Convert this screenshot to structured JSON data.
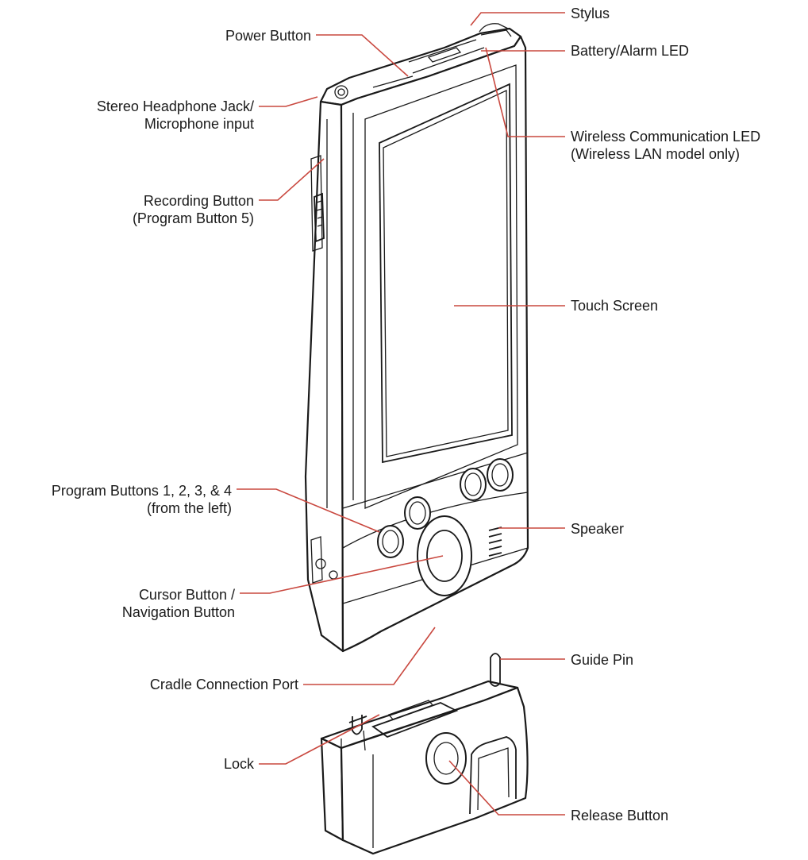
{
  "labels": {
    "stylus": "Stylus",
    "power_button": "Power Button",
    "battery_alarm_led": "Battery/Alarm LED",
    "headphone_jack": "Stereo Headphone Jack/\nMicrophone input",
    "wireless_led": "Wireless Communication LED\n(Wireless LAN model only)",
    "recording_button": "Recording Button\n(Program Button 5)",
    "touch_screen": "Touch Screen",
    "program_buttons": "Program Buttons 1, 2, 3, & 4\n(from the left)",
    "speaker": "Speaker",
    "cursor_button": "Cursor Button /\nNavigation Button",
    "cradle_port": "Cradle Connection Port",
    "guide_pin": "Guide Pin",
    "lock": "Lock",
    "release_button": "Release Button"
  },
  "colors": {
    "leader_line": "#c9483f",
    "outline": "#1a1a1a",
    "background": "#ffffff"
  }
}
